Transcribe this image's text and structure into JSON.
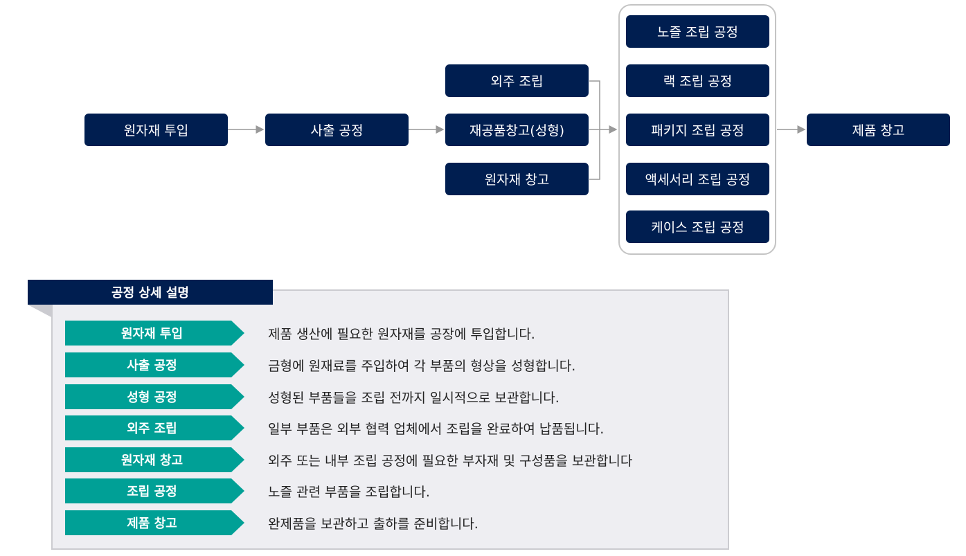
{
  "flow": {
    "start": "원자재 투입",
    "injection": "사출 공정",
    "sources": [
      "외주 조립",
      "재공품창고(성형)",
      "원자재 창고"
    ],
    "assembly": [
      "노즐 조립 공정",
      "랙 조립 공정",
      "패키지 조립 공정",
      "액세서리 조립 공정",
      "케이스 조립 공정"
    ],
    "end": "제품 창고"
  },
  "details": {
    "title": "공정 상세 설명",
    "rows": [
      {
        "label": "원자재 투입",
        "desc": "제품 생산에 필요한 원자재를 공장에 투입합니다."
      },
      {
        "label": "사출 공정",
        "desc": "금형에 원재료를 주입하여 각 부품의 형상을 성형합니다."
      },
      {
        "label": "성형 공정",
        "desc": "성형된 부품들을 조립 전까지 일시적으로 보관합니다."
      },
      {
        "label": "외주 조립",
        "desc": "일부 부품은 외부 협력 업체에서 조립을 완료하여 납품됩니다."
      },
      {
        "label": "원자재 창고",
        "desc": "외주 또는 내부 조립 공정에 필요한 부자재 및 구성품을 보관합니다"
      },
      {
        "label": "조립 공정",
        "desc": "노즐 관련 부품을 조립합니다."
      },
      {
        "label": "제품 창고",
        "desc": "완제품을 보관하고 출하를 준비합니다."
      }
    ]
  }
}
